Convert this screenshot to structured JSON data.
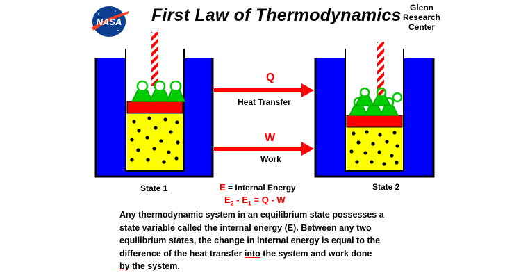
{
  "header": {
    "title": "First Law of Thermodynamics",
    "logo_text": "NASA",
    "center_lines": [
      "Glenn",
      "Research",
      "Center"
    ]
  },
  "diagram": {
    "state1_label": "State 1",
    "state2_label": "State 2",
    "heat_symbol": "Q",
    "heat_label": "Heat Transfer",
    "work_symbol": "W",
    "work_label": "Work",
    "energy_symbol": "E",
    "energy_label": "= Internal Energy",
    "formula": {
      "e": "E",
      "sub2": "2",
      "minus": " - ",
      "sub1": "1",
      "rhs": " = Q - W"
    }
  },
  "description": {
    "line1": "Any thermodynamic system in an equilibrium state possesses a",
    "line2": "state variable called the internal energy (E).  Between any two",
    "line3": "equilibrium states, the change in internal energy is equal to the",
    "line4_a": "difference of the heat transfer ",
    "line4_u": "into",
    "line4_b": " the system and work done",
    "line5_u": "by",
    "line5_b": " the system."
  },
  "colors": {
    "blue": "#0000ff",
    "yellow": "#ffff00",
    "red": "#ff0000",
    "green": "#00cc00",
    "nasa_blue": "#0b3d91"
  }
}
